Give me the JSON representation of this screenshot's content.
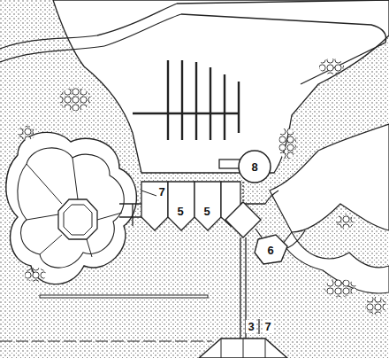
{
  "diagram": {
    "labels": [
      "7",
      "5",
      "5",
      "8",
      "6",
      "3",
      "7"
    ]
  }
}
